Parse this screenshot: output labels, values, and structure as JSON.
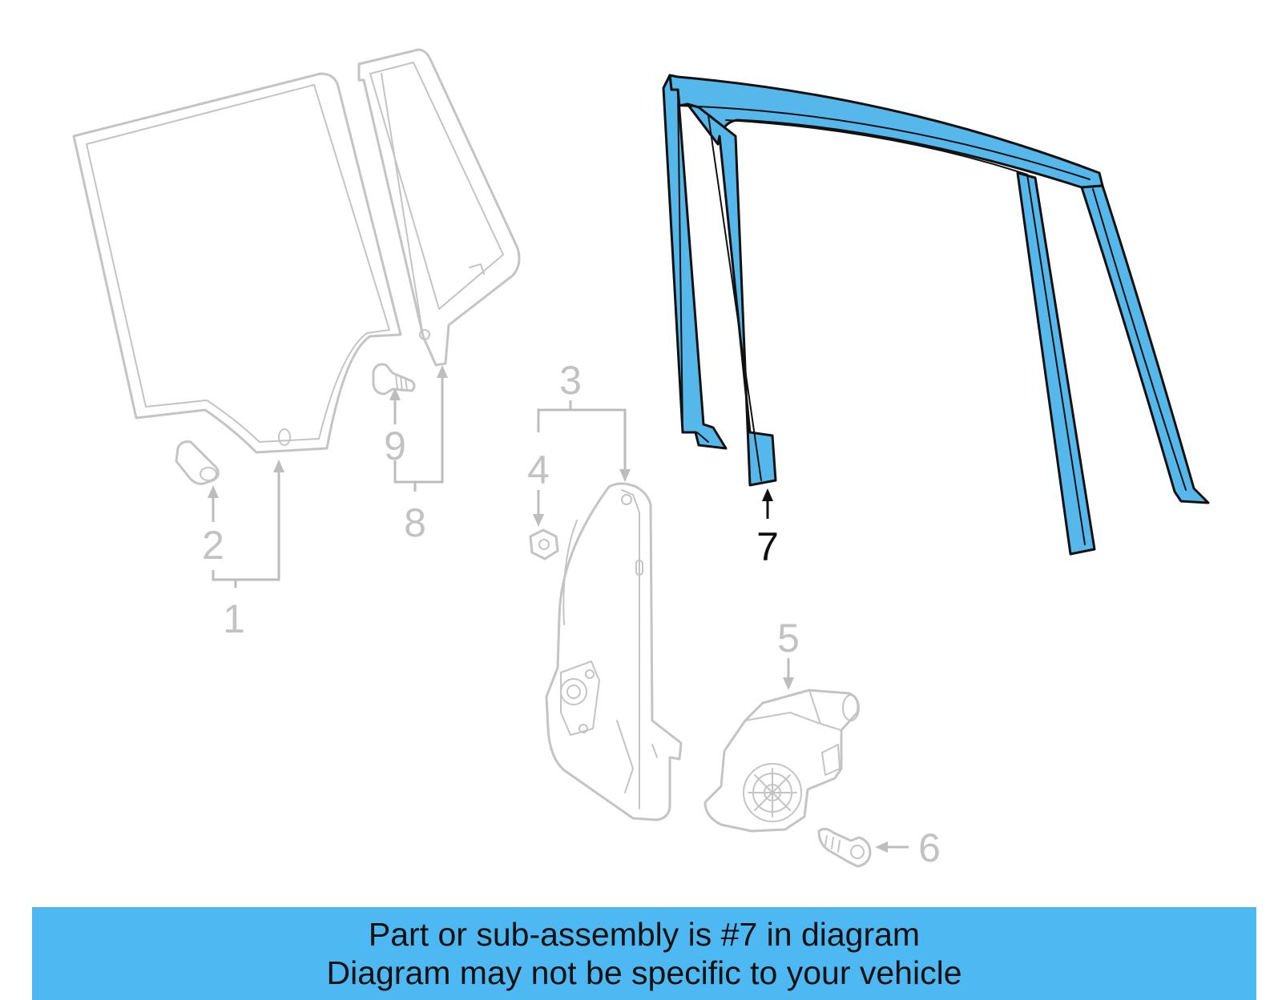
{
  "diagram": {
    "highlight_color": "#56b8ea",
    "ghost_color": "#c4c4c4",
    "callouts": [
      {
        "id": "1",
        "label": "1"
      },
      {
        "id": "2",
        "label": "2"
      },
      {
        "id": "3",
        "label": "3"
      },
      {
        "id": "4",
        "label": "4"
      },
      {
        "id": "5",
        "label": "5"
      },
      {
        "id": "6",
        "label": "6"
      },
      {
        "id": "7",
        "label": "7"
      },
      {
        "id": "8",
        "label": "8"
      },
      {
        "id": "9",
        "label": "9"
      }
    ],
    "highlighted_part": "7"
  },
  "banner": {
    "background": "#4db8f2",
    "line1": "Part or sub-assembly is #7 in diagram",
    "line2": "Diagram may not be specific to your vehicle"
  }
}
